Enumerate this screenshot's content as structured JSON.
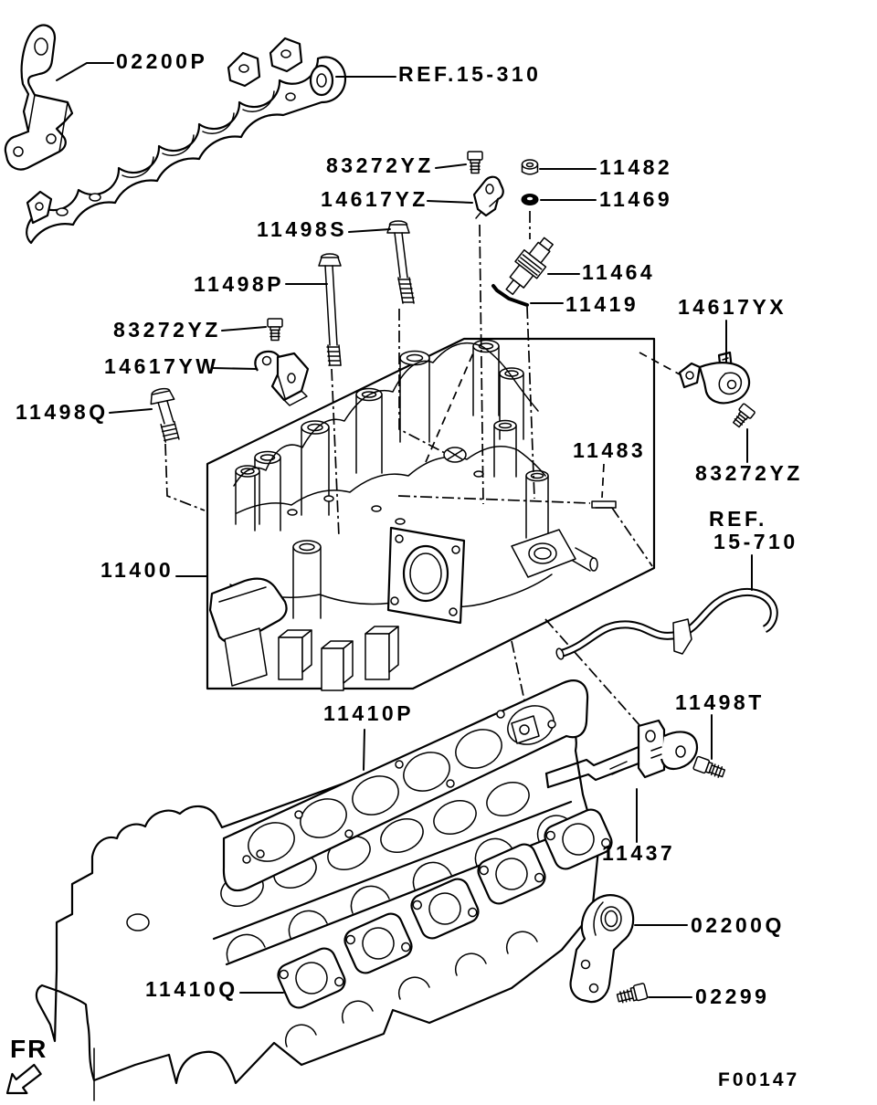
{
  "diagram": {
    "figure_code": "F00147",
    "front_marker": "FR",
    "part_labels": {
      "p02200p": "02200P",
      "ref_15_310": "REF.15-310",
      "p83272yz_top": "83272YZ",
      "p11482": "11482",
      "p14617yz": "14617YZ",
      "p11469": "11469",
      "p11498s": "11498S",
      "p11498p": "11498P",
      "p11464": "11464",
      "p11419": "11419",
      "p14617yx": "14617YX",
      "p83272yz_left": "83272YZ",
      "p14617yw": "14617YW",
      "p11498q": "11498Q",
      "p11483": "11483",
      "p83272yz_right": "83272YZ",
      "ref_15_710_line1": "REF.",
      "ref_15_710_line2": "15-710",
      "p11400": "11400",
      "p11410p": "11410P",
      "p11498t": "11498T",
      "p11437": "11437",
      "p02200q": "02200Q",
      "p11410q": "11410Q",
      "p02299": "02299"
    }
  }
}
